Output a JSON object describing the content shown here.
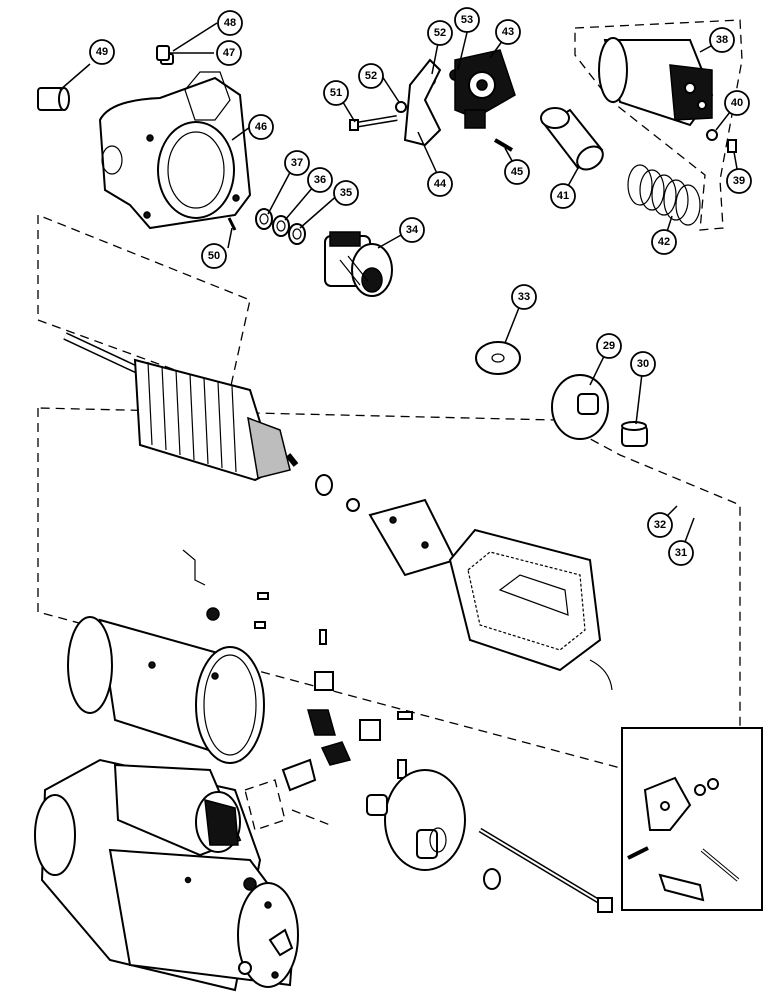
{
  "callouts": [
    {
      "id": "c49",
      "label": "49"
    },
    {
      "id": "c48",
      "label": "48"
    },
    {
      "id": "c47",
      "label": "47"
    },
    {
      "id": "c46",
      "label": "46"
    },
    {
      "id": "c50",
      "label": "50"
    },
    {
      "id": "c37",
      "label": "37"
    },
    {
      "id": "c36",
      "label": "36"
    },
    {
      "id": "c35",
      "label": "35"
    },
    {
      "id": "c34",
      "label": "34"
    },
    {
      "id": "c51",
      "label": "51"
    },
    {
      "id": "c52a",
      "label": "52"
    },
    {
      "id": "c52b",
      "label": "52"
    },
    {
      "id": "c53",
      "label": "53"
    },
    {
      "id": "c43",
      "label": "43"
    },
    {
      "id": "c44",
      "label": "44"
    },
    {
      "id": "c45",
      "label": "45"
    },
    {
      "id": "c41",
      "label": "41"
    },
    {
      "id": "c38",
      "label": "38"
    },
    {
      "id": "c40",
      "label": "40"
    },
    {
      "id": "c39",
      "label": "39"
    },
    {
      "id": "c42",
      "label": "42"
    },
    {
      "id": "c33",
      "label": "33"
    },
    {
      "id": "c29",
      "label": "29"
    },
    {
      "id": "c30",
      "label": "30"
    },
    {
      "id": "c32",
      "label": "32"
    },
    {
      "id": "c31",
      "label": "31"
    }
  ]
}
